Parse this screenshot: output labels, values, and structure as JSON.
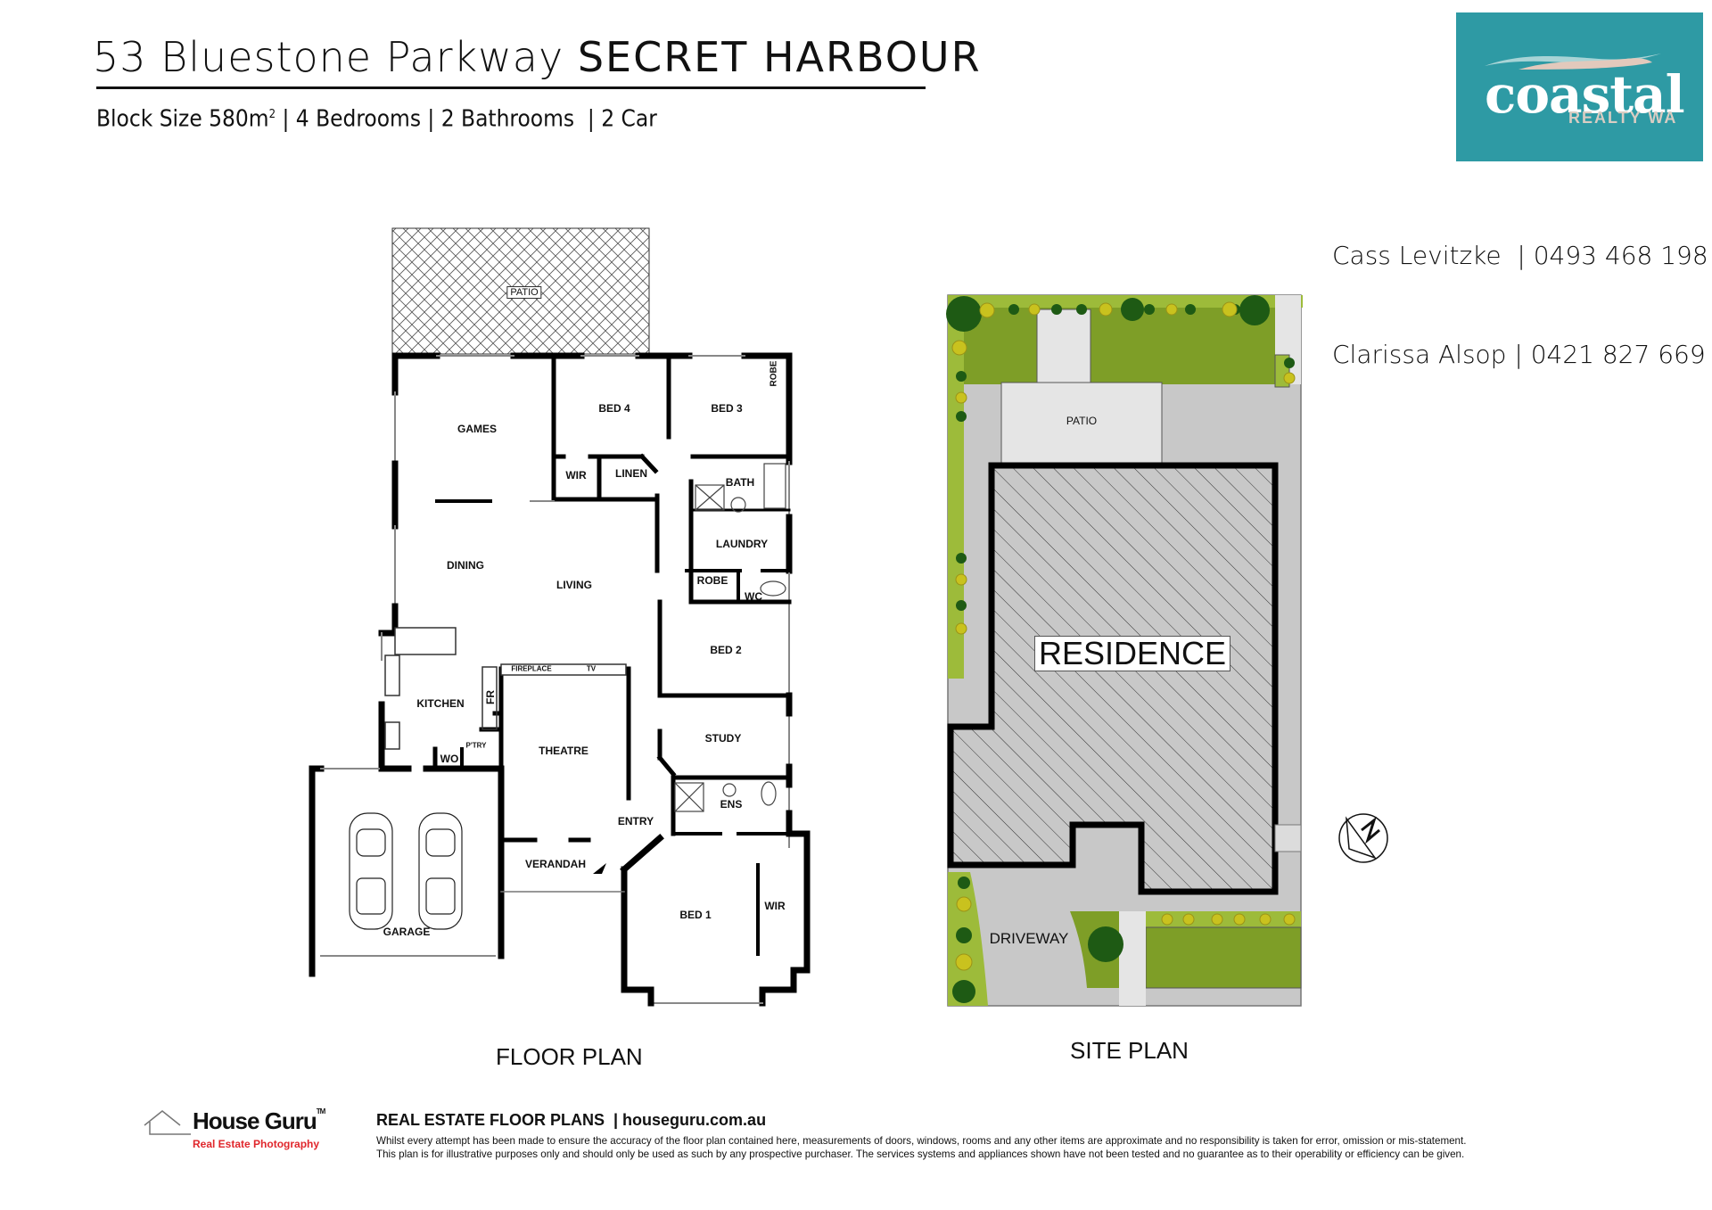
{
  "header": {
    "street": "53 Bluestone Parkway",
    "suburb": "SECRET HARBOUR",
    "summary": {
      "block_prefix": "Block Size 580m",
      "block_unit_sup": "2",
      "rest": " | 4 Bedrooms | 2 Bathrooms  | 2 Car"
    }
  },
  "agency": {
    "brand": "coastal",
    "sub": "REALTY WA",
    "brand_color": "#2e9aa4",
    "agents": [
      {
        "name": "Cass Levitzke ",
        "phone": "0493 468 198"
      },
      {
        "name": "Clarissa Alsop",
        "phone": "0421 827 669"
      }
    ]
  },
  "floor_plan": {
    "label": "FLOOR PLAN",
    "rooms": {
      "patio": "PATIO",
      "games": "GAMES",
      "bed4": "BED 4",
      "bed3": "BED 3",
      "robe_bed3": "ROBE",
      "wir_bed4": "WIR",
      "linen": "LINEN",
      "bath": "BATH",
      "laundry": "LAUNDRY",
      "robe_bed2": "ROBE",
      "wc": "WC",
      "dining": "DINING",
      "living": "LIVING",
      "bed2": "BED 2",
      "kitchen": "KITCHEN",
      "fr": "FR",
      "ptry": "P'TRY",
      "wo": "WO",
      "fireplace": "FIREPLACE",
      "tv": "TV",
      "theatre": "THEATRE",
      "study": "STUDY",
      "ens": "ENS",
      "entry": "ENTRY",
      "verandah": "VERANDAH",
      "garage": "GARAGE",
      "bed1": "BED 1",
      "wir_bed1": "WIR"
    }
  },
  "site_plan": {
    "label": "SITE PLAN",
    "patio": "PATIO",
    "residence": "RESIDENCE",
    "driveway": "DRIVEWAY",
    "north_marker": "N",
    "colors": {
      "lawn": "#7e9e27",
      "garden_bed": "#9dbb3a",
      "paving": "#c8c8c8",
      "light_paving": "#e5e5e5",
      "tree_dark": "#1e5a14",
      "shrub_yellow": "#c9c21e"
    }
  },
  "footer": {
    "brand": "House Guru",
    "brand_tm": "TM",
    "brand_sub": "Real Estate Photography",
    "headline": "REAL ESTATE FLOOR PLANS  | houseguru.com.au",
    "disclaimer_1": "Whilst every attempt has been made to ensure the accuracy of the floor plan contained here, measurements of doors, windows, rooms and any other items are approximate and no responsibility is taken for error, omission or mis-statement.",
    "disclaimer_2": "This plan is for illustrative purposes only and should only be used as such by any prospective purchaser. The services systems and appliances shown have not been tested and no guarantee as to their operability or efficiency can be given."
  }
}
